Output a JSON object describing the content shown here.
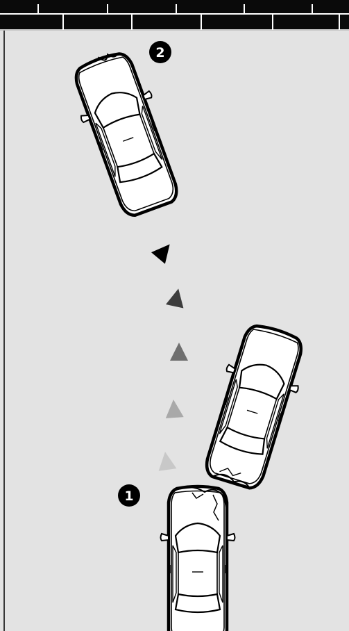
{
  "diagram": {
    "colors": {
      "road": "#e3e3e3",
      "wall": "#0a0a0a",
      "car_body": "#ffffff",
      "outline": "#000000",
      "arrow_shades": [
        "#c8c8c8",
        "#a9a9a9",
        "#6f6f6f",
        "#3d3d3d",
        "#000000"
      ]
    },
    "markers": [
      {
        "id": "impact",
        "label": "1"
      },
      {
        "id": "final-position",
        "label": "2"
      }
    ],
    "vehicles": [
      {
        "id": "stationary-car",
        "state": "front damaged, partially visible"
      },
      {
        "id": "sideswiping-car",
        "state": "rear corner damaged"
      },
      {
        "id": "departing-car",
        "state": "moving away after impact"
      }
    ],
    "path_arrows": {
      "count": 5,
      "icon": "triangle-arrow"
    }
  }
}
